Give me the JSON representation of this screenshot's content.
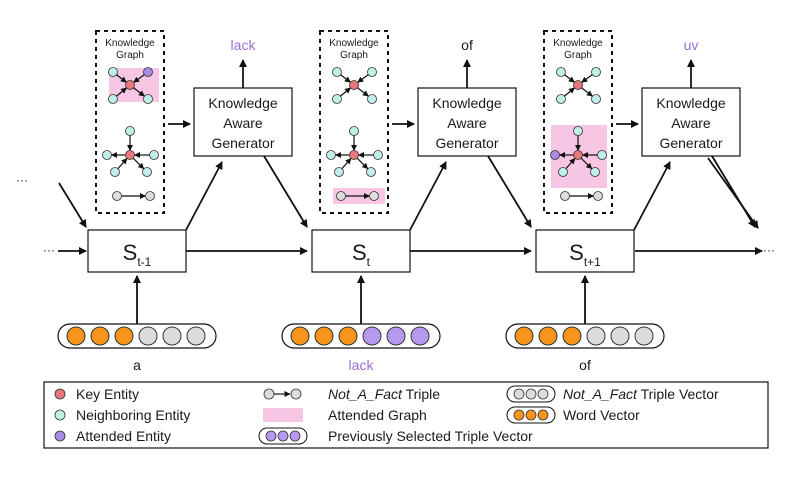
{
  "colors": {
    "key_entity": "#e8767a",
    "neighbor_entity": "#bff0e8",
    "attended_entity": "#a98be6",
    "not_a_fact": "#dcdcdc",
    "attended_graph": "#f6c6e4",
    "word_vector": "#f7941d",
    "selected_triple": "#b79af0",
    "purple_text": "#9b6fd6"
  },
  "steps": [
    {
      "state_main": "S",
      "state_sub": "t-1",
      "input_word": "a",
      "input_word_color": "black",
      "output_word": "lack",
      "output_word_color": "purple",
      "kg_title_line1": "Knowledge",
      "kg_title_line2": "Graph",
      "kg_attended": "graph1",
      "kg_attended_entity": "graph1-top-right",
      "vector_second_half": "not_a_fact",
      "generator_line1": "Knowledge",
      "generator_line2": "Aware",
      "generator_line3": "Generator"
    },
    {
      "state_main": "S",
      "state_sub": "t",
      "input_word": "lack",
      "input_word_color": "purple",
      "output_word": "of",
      "output_word_color": "black",
      "kg_title_line1": "Knowledge",
      "kg_title_line2": "Graph",
      "kg_attended": "triple",
      "kg_attended_entity": "none",
      "vector_second_half": "selected_triple",
      "generator_line1": "Knowledge",
      "generator_line2": "Aware",
      "generator_line3": "Generator"
    },
    {
      "state_main": "S",
      "state_sub": "t+1",
      "input_word": "of",
      "input_word_color": "black",
      "output_word": "uv",
      "output_word_color": "purple",
      "kg_title_line1": "Knowledge",
      "kg_title_line2": "Graph",
      "kg_attended": "graph2",
      "kg_attended_entity": "graph2-left",
      "vector_second_half": "not_a_fact",
      "generator_line1": "Knowledge",
      "generator_line2": "Aware",
      "generator_line3": "Generator"
    }
  ],
  "ellipsis": "···",
  "legend": {
    "key_entity": "Key Entity",
    "neighboring_entity": "Neighboring Entity",
    "attended_entity": "Attended Entity",
    "not_a_fact_triple_italic": "Not_A_Fact",
    "not_a_fact_triple_rest": " Triple",
    "attended_graph": "Attended Graph",
    "previously_selected": "Previously Selected Triple Vector",
    "not_a_fact_vector_italic": "Not_A_Fact",
    "not_a_fact_vector_rest": " Triple Vector",
    "word_vector": "Word Vector"
  }
}
